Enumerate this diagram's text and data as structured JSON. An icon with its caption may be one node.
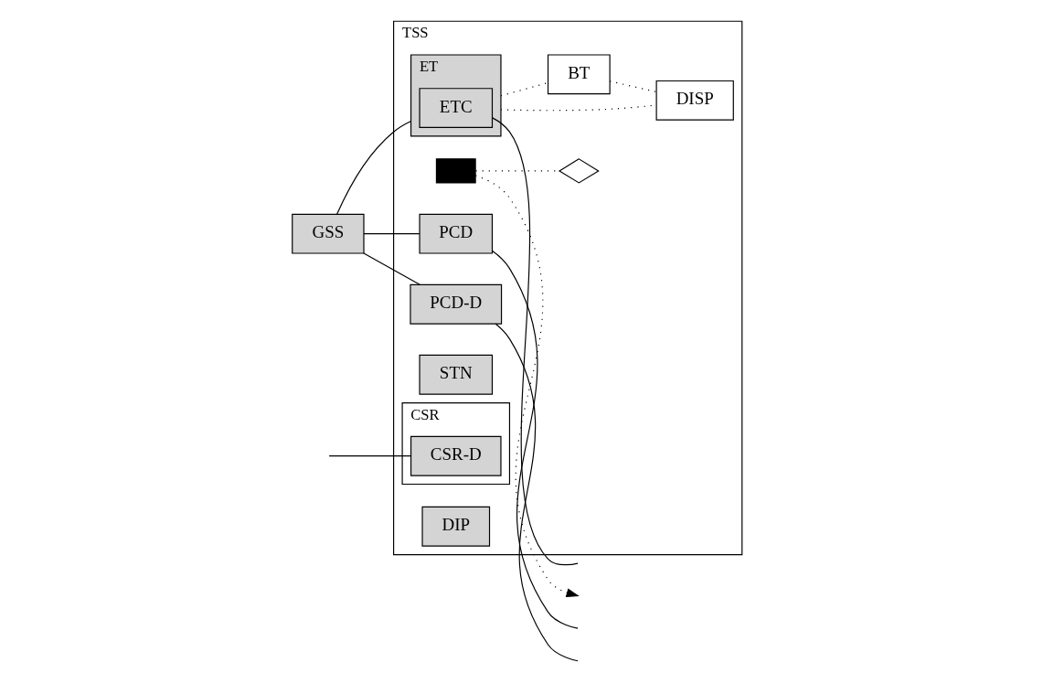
{
  "diagram": {
    "nodes": [
      {
        "text": [
          "GSS"
        ]
      },
      {
        "text": [
          "TSS"
        ]
      },
      {
        "text": [
          "ET"
        ],
        "in": 1
      },
      {
        "text": [
          "ETC"
        ],
        "in": 2
      },
      {
        "text": [
          "PCD-D"
        ],
        "in": 1
      },
      {
        "text": [
          "PCD"
        ],
        "in": 1
      },
      {
        "text": [
          "CSR"
        ],
        "in": 1
      },
      {
        "text": [
          "CSR-D"
        ],
        "in": 6
      },
      {
        "text": [
          "BT"
        ],
        "in": 1
      },
      {
        "text": [
          "STN"
        ],
        "in": 1
      },
      {
        "text": [
          "DISP"
        ],
        "in": 1
      },
      {
        "text": [],
        "shape": "box",
        "in": 1
      },
      {
        "text": [],
        "shape": "bowtie",
        "in": 1
      },
      {
        "text": [
          "DIP"
        ],
        "in": 1
      }
    ],
    "edges": [
      {
        "from": 11,
        "to": null,
        "arrow": "to",
        "style": "dashed"
      },
      {
        "from": 11,
        "to": 12,
        "arrow": "none",
        "style": "dashed"
      },
      {
        "from": 0,
        "to": 2,
        "arrow": "none"
      },
      {
        "from": 3,
        "to": null,
        "arrow": "none"
      },
      {
        "from": 0,
        "to": 4,
        "arrow": "none"
      },
      {
        "from": 4,
        "to": null,
        "arrow": "none"
      },
      {
        "from": 0,
        "to": 5,
        "arrow": "none"
      },
      {
        "from": 5,
        "to": null,
        "arrow": "none"
      },
      {
        "from": null,
        "to": 7,
        "arrow": "none"
      },
      {
        "from": 2,
        "to": 8,
        "arrow": "none",
        "style": "dashed"
      },
      {
        "from": 2,
        "to": 10,
        "arrow": "none",
        "style": "dashed"
      },
      {
        "from": 8,
        "to": 10,
        "arrow": "none",
        "style": "dashed"
      }
    ]
  }
}
